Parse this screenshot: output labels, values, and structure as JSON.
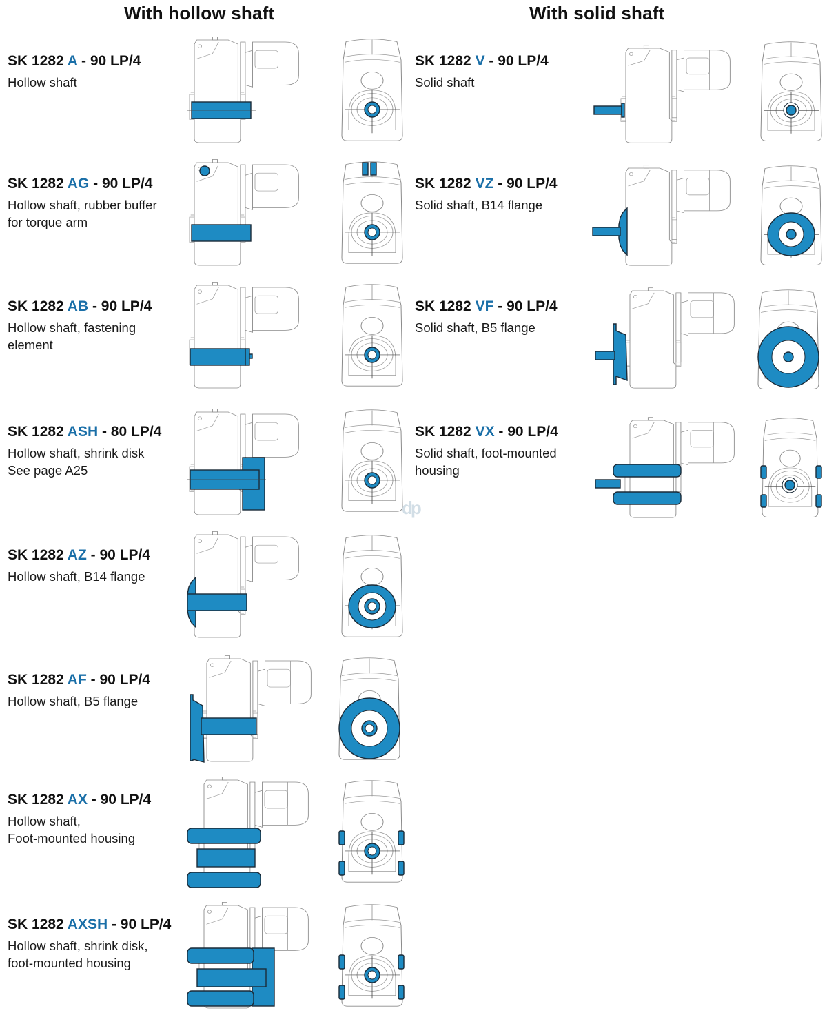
{
  "headings": {
    "hollow": "With hollow shaft",
    "solid": "With solid shaft"
  },
  "accent_color": "#1a6fa8",
  "highlight_fill": "#1e8bc3",
  "hollow_shaft": [
    {
      "prefix": "SK 1282 ",
      "code": "A",
      "suffix": " - 90 LP/4",
      "description": "Hollow shaft"
    },
    {
      "prefix": "SK 1282 ",
      "code": "AG",
      "suffix": " - 90 LP/4",
      "description": "Hollow shaft, rubber buffer\nfor torque   arm"
    },
    {
      "prefix": "SK 1282 ",
      "code": "AB",
      "suffix": " - 90 LP/4",
      "description": "Hollow shaft, fastening\nelement"
    },
    {
      "prefix": "SK 1282 ",
      "code": "ASH",
      "suffix": " - 80 LP/4",
      "description": "Hollow shaft, shrink disk\nSee page A25"
    },
    {
      "prefix": "SK 1282 ",
      "code": "AZ",
      "suffix": " - 90 LP/4",
      "description": "Hollow shaft, B14 flange"
    },
    {
      "prefix": "SK 1282 ",
      "code": "AF",
      "suffix": " - 90 LP/4",
      "description": "Hollow shaft, B5 flange"
    },
    {
      "prefix": "SK 1282 ",
      "code": "AX",
      "suffix": " - 90 LP/4",
      "description": "Hollow shaft,\nFoot-mounted housing"
    },
    {
      "prefix": "SK 1282 ",
      "code": "AXSH",
      "suffix": " - 90 LP/4",
      "description": "Hollow shaft, shrink disk,\nfoot-mounted housing"
    }
  ],
  "solid_shaft": [
    {
      "prefix": "SK 1282 ",
      "code": "V",
      "suffix": " - 90 LP/4",
      "description": "Solid shaft"
    },
    {
      "prefix": "SK 1282 ",
      "code": "VZ",
      "suffix": " - 90 LP/4",
      "description": "Solid shaft, B14 flange"
    },
    {
      "prefix": "SK 1282 ",
      "code": "VF",
      "suffix": " - 90 LP/4",
      "description": "Solid shaft, B5 flange"
    },
    {
      "prefix": "SK 1282 ",
      "code": "VX",
      "suffix": " - 90 LP/4",
      "description": "Solid shaft, foot-mounted\nhousing"
    }
  ],
  "watermark": "dp"
}
